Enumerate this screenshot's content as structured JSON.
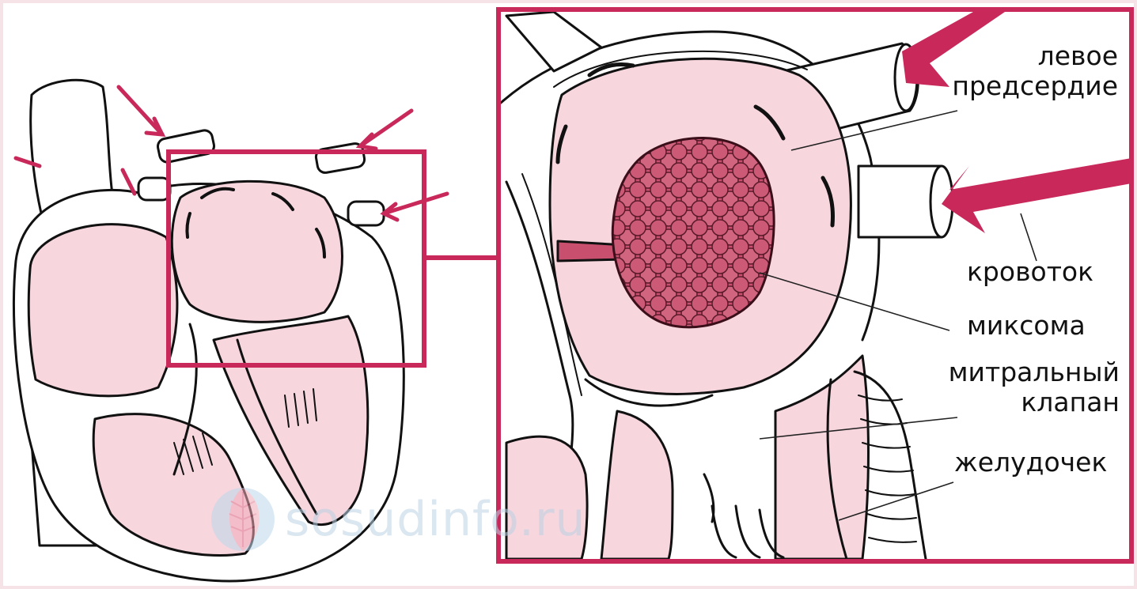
{
  "labels": {
    "left_atrium_line1": "левое",
    "left_atrium_line2": "предсердие",
    "blood_flow": "кровоток",
    "myxoma": "миксома",
    "mitral_valve_line1": "митральный",
    "mitral_valve_line2": "клапан",
    "ventricle": "желудочек"
  },
  "watermark": {
    "text": "sosudinfo.ru"
  },
  "colors": {
    "accent": "#c8285a",
    "tissue_pink": "#f7d6de",
    "myxoma": "#c8506e",
    "page_bg_border": "#f6e3e7",
    "outline": "#111111"
  },
  "icons": {
    "watermark_logo": "leaf-logo-icon",
    "flow_arrow": "arrow-icon"
  }
}
